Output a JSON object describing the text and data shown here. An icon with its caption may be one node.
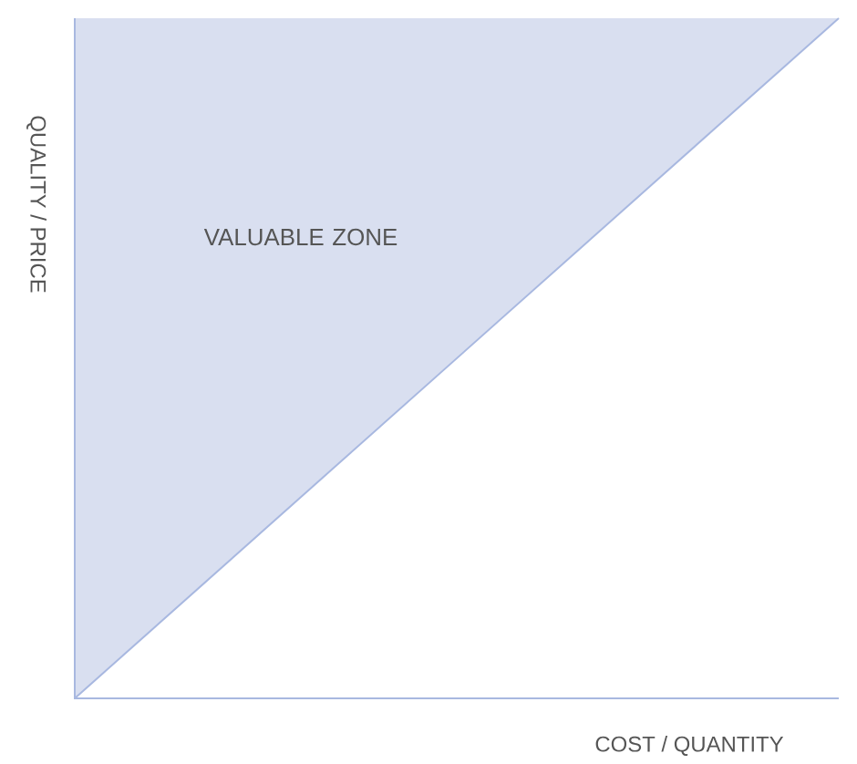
{
  "diagram": {
    "nodes": [
      {
        "text": [
          "VALUABLE ZONE"
        ]
      }
    ],
    "labels": [
      "QUALITY / PRICE",
      "COST / QUANTITY"
    ]
  }
}
